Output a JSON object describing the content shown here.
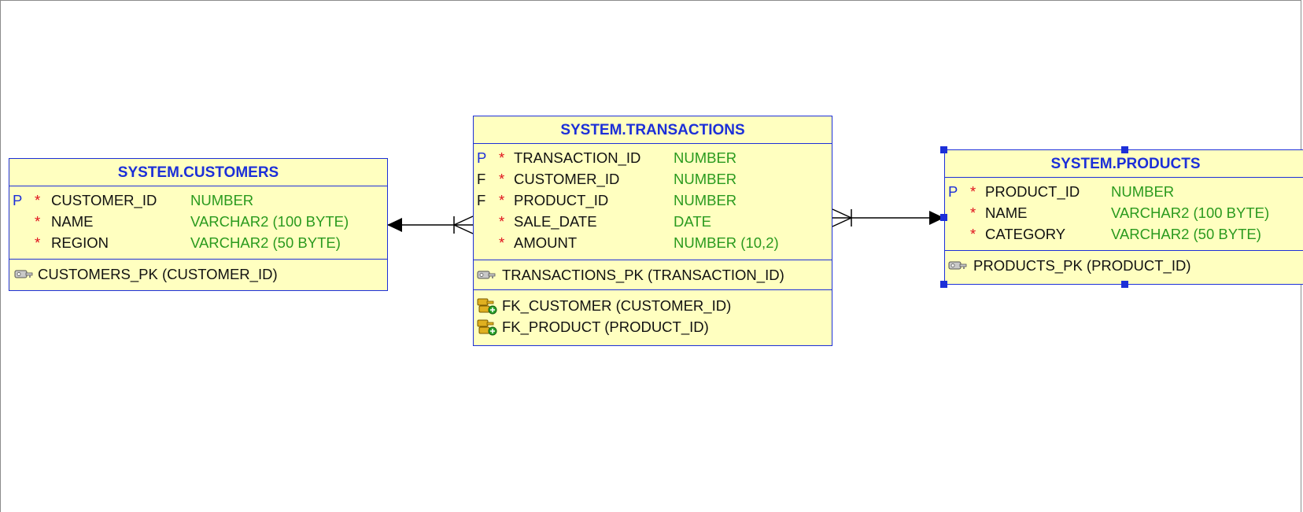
{
  "diagram": {
    "entities": {
      "customers": {
        "title": "SYSTEM.CUSTOMERS",
        "columns": [
          {
            "key": "P",
            "required": "*",
            "name": "CUSTOMER_ID",
            "type": "NUMBER"
          },
          {
            "key": "",
            "required": "*",
            "name": "NAME",
            "type": "VARCHAR2 (100 BYTE)"
          },
          {
            "key": "",
            "required": "*",
            "name": "REGION",
            "type": "VARCHAR2 (50 BYTE)"
          }
        ],
        "primary_key": "CUSTOMERS_PK (CUSTOMER_ID)"
      },
      "transactions": {
        "title": "SYSTEM.TRANSACTIONS",
        "columns": [
          {
            "key": "P",
            "required": "*",
            "name": "TRANSACTION_ID",
            "type": "NUMBER"
          },
          {
            "key": "F",
            "required": "*",
            "name": "CUSTOMER_ID",
            "type": "NUMBER"
          },
          {
            "key": "F",
            "required": "*",
            "name": "PRODUCT_ID",
            "type": "NUMBER"
          },
          {
            "key": "",
            "required": "*",
            "name": "SALE_DATE",
            "type": "DATE"
          },
          {
            "key": "",
            "required": "*",
            "name": "AMOUNT",
            "type": "NUMBER (10,2)"
          }
        ],
        "primary_key": "TRANSACTIONS_PK (TRANSACTION_ID)",
        "foreign_keys": [
          "FK_CUSTOMER (CUSTOMER_ID)",
          "FK_PRODUCT (PRODUCT_ID)"
        ]
      },
      "products": {
        "title": "SYSTEM.PRODUCTS",
        "columns": [
          {
            "key": "P",
            "required": "*",
            "name": "PRODUCT_ID",
            "type": "NUMBER"
          },
          {
            "key": "",
            "required": "*",
            "name": "NAME",
            "type": "VARCHAR2 (100 BYTE)"
          },
          {
            "key": "",
            "required": "*",
            "name": "CATEGORY",
            "type": "VARCHAR2 (50 BYTE)"
          }
        ],
        "primary_key": "PRODUCTS_PK (PRODUCT_ID)"
      }
    },
    "relationships": [
      {
        "from": "transactions",
        "to": "customers",
        "cardinality": "many-to-one"
      },
      {
        "from": "transactions",
        "to": "products",
        "cardinality": "many-to-one"
      }
    ],
    "selected_entity": "products",
    "colors": {
      "border": "#1c2fd8",
      "fill": "#ffffc0",
      "type_text": "#2a9a1e",
      "required_marker": "#e0141e"
    }
  }
}
